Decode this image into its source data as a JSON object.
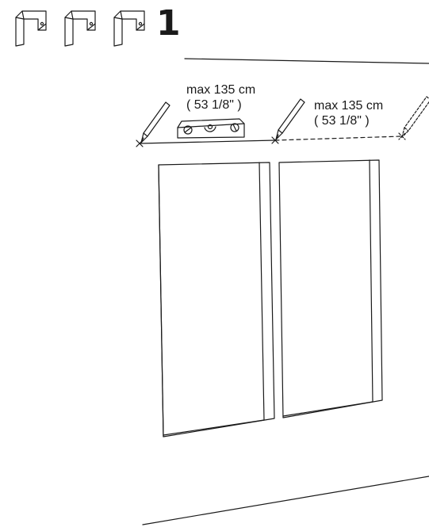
{
  "step": {
    "number": "1",
    "bracket_icons": [
      "bracket-icon",
      "bracket-icon",
      "bracket-icon"
    ]
  },
  "measurements": [
    {
      "metric": "max 135 cm",
      "imperial": "( 53 1/8\" )"
    },
    {
      "metric": "max 135 cm",
      "imperial": "( 53 1/8\" )"
    }
  ],
  "tools": [
    "pencil-icon",
    "spirit-level-icon"
  ],
  "colors": {
    "ink": "#1a1a1a",
    "background": "#ffffff"
  }
}
